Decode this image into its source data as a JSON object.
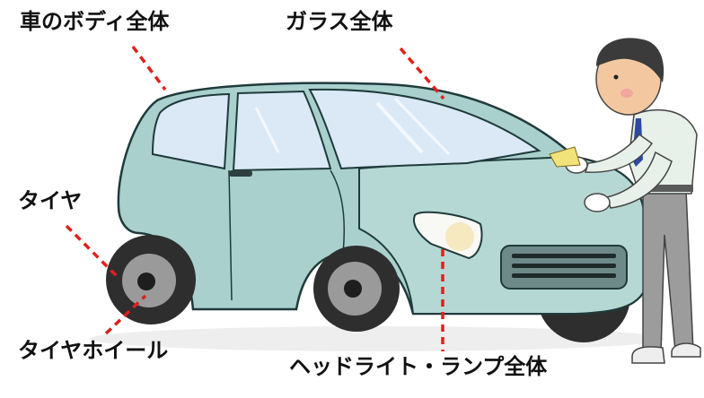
{
  "labels": {
    "body": "車のボディ全体",
    "glass": "ガラス全体",
    "tire": "タイヤ",
    "wheel": "タイヤホイール",
    "lights": "ヘッドライト・ランプ全体"
  },
  "colors": {
    "car_body": "#a9d0cc",
    "car_outline": "#1f3a3a",
    "glass": "#dbe9f7",
    "tire": "#2e2e2e",
    "wheel": "#9a9a9a",
    "leader_line": "#e0201c",
    "headlight": "#f6e8bf",
    "shirt": "#e7f1ea",
    "pants": "#9c9c9c",
    "tie": "#2d4aa0"
  }
}
